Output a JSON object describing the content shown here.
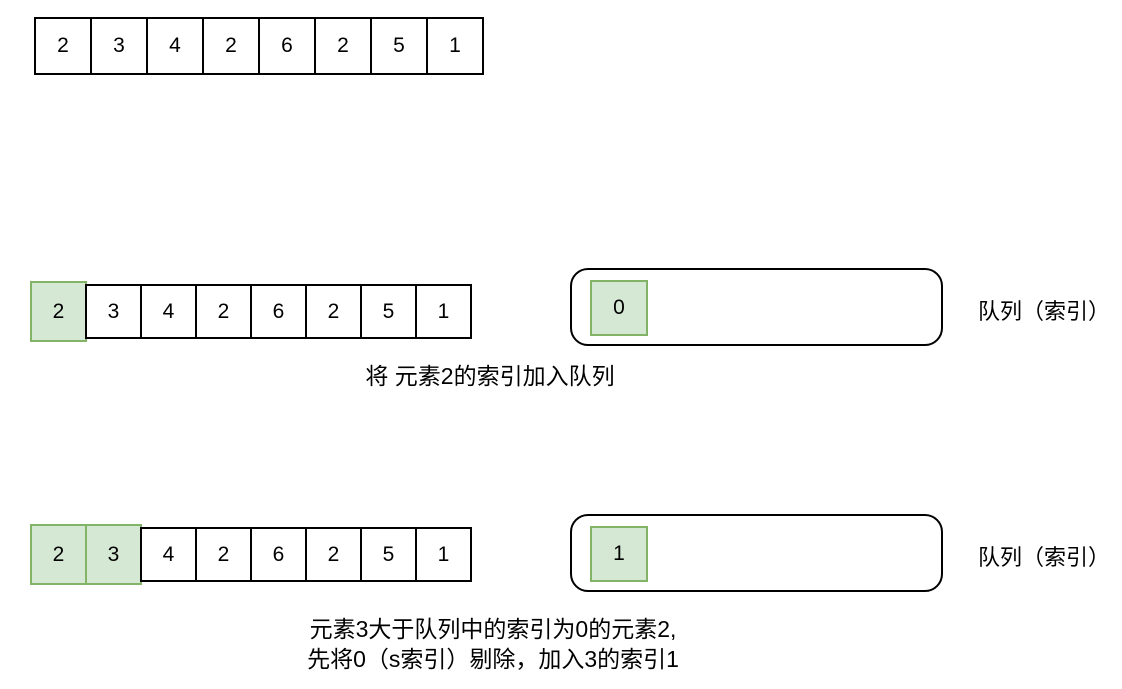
{
  "colors": {
    "canvas_bg": "#ffffff",
    "text": "#000000",
    "cell_fill": "#ffffff",
    "cell_stroke": "#000000",
    "highlight_fill": "#d5e8d4",
    "highlight_stroke": "#82b366",
    "queue_stroke": "#000000"
  },
  "array_values": [
    "2",
    "3",
    "4",
    "2",
    "6",
    "2",
    "5",
    "1"
  ],
  "steps": {
    "initial": {
      "highlighted": 0
    },
    "step1": {
      "highlighted": 1,
      "queue_items": [
        "0"
      ],
      "queue_label": "队列（索引）",
      "caption_lines": [
        "将 元素2的索引加入队列"
      ]
    },
    "step2": {
      "highlighted": 2,
      "queue_items": [
        "1"
      ],
      "queue_label": "队列（索引）",
      "caption_lines": [
        "元素3大于队列中的索引为0的元素2,",
        "先将0（s索引）剔除，加入3的索引1"
      ]
    }
  }
}
